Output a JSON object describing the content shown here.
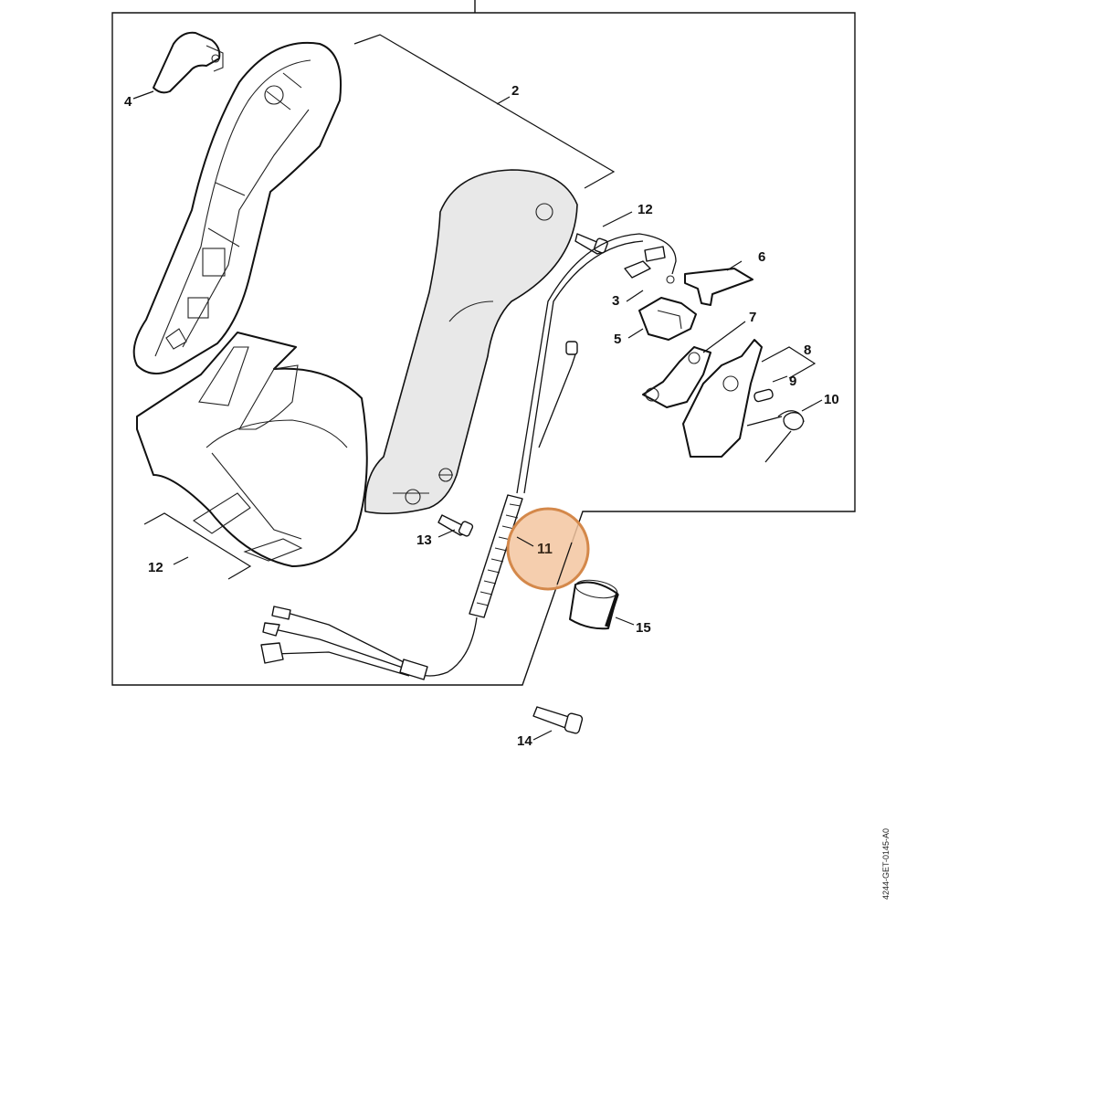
{
  "diagram": {
    "part_numbers": [
      "2",
      "3",
      "4",
      "5",
      "6",
      "7",
      "8",
      "9",
      "10",
      "11",
      "12",
      "13",
      "13",
      "14",
      "15"
    ],
    "highlighted_part": "11",
    "highlight_color": "#f3c6a0",
    "highlight_stroke": "#d4884a",
    "reference_code": "4244-GET-0145-A0"
  }
}
